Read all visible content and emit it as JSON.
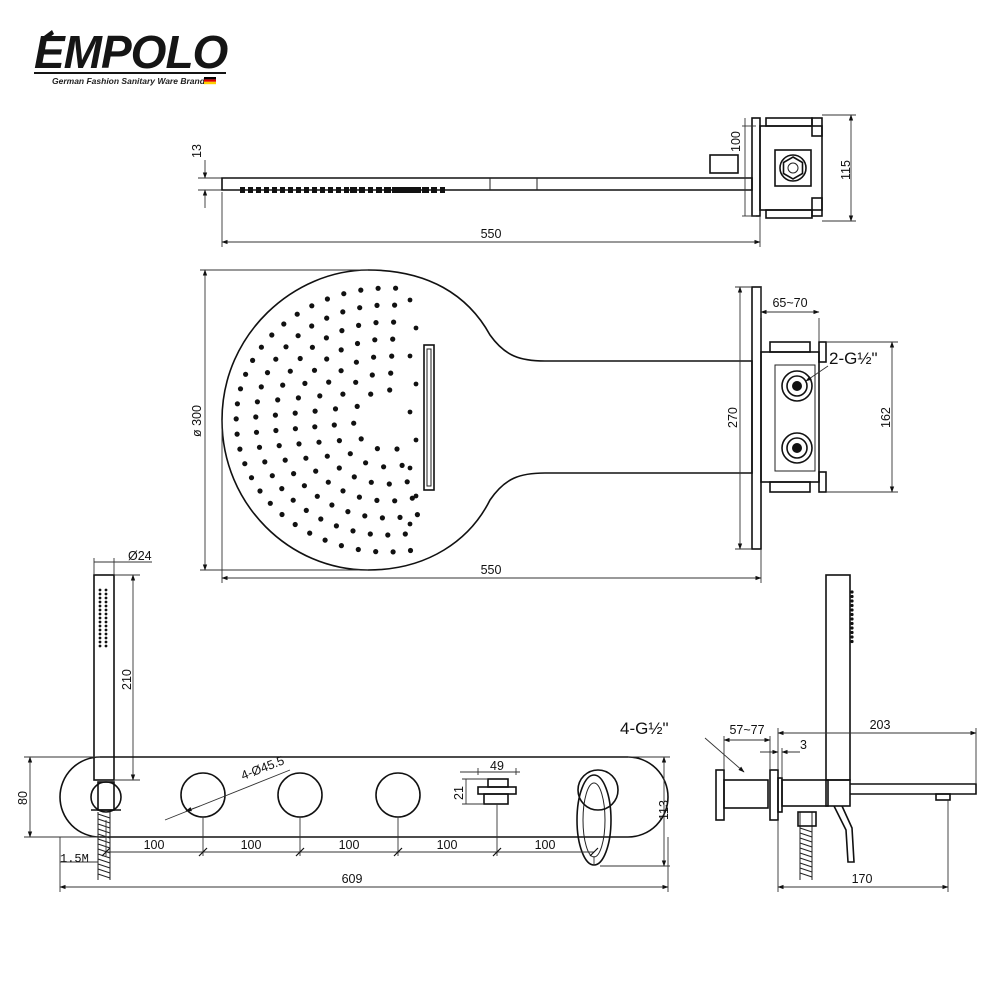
{
  "brand": {
    "name": "EMPOLO",
    "tagline": "German Fashion Sanitary Ware Brand",
    "flag_colors": [
      "#000000",
      "#dd0000",
      "#ffce00"
    ]
  },
  "top_view": {
    "dim_length": "550",
    "dim_thickness": "13",
    "dim_box_depth": "100",
    "dim_box_height": "115"
  },
  "plan_view": {
    "dim_diameter": "ø 300",
    "dim_length": "550",
    "dim_plate_height": "270",
    "dim_box_height": "162",
    "dim_wall_depth": "65~70",
    "inlet_label": "2-G½\""
  },
  "hand_shower": {
    "dim_diameter": "Ø24",
    "dim_length": "210"
  },
  "valve_panel": {
    "dim_height": "80",
    "dim_overall_height": "113",
    "dim_knob_diameter": "4-Ø45.5",
    "dim_outlet_width": "49",
    "dim_outlet_height": "21",
    "spacing": [
      "100",
      "100",
      "100",
      "100",
      "100"
    ],
    "dim_total_length": "609",
    "hose_length": "1.5M"
  },
  "side_view": {
    "inlet_label": "4-G½\"",
    "dim_wall_depth": "57~77",
    "dim_plate": "3",
    "dim_spout_length": "203",
    "dim_depth": "170"
  }
}
